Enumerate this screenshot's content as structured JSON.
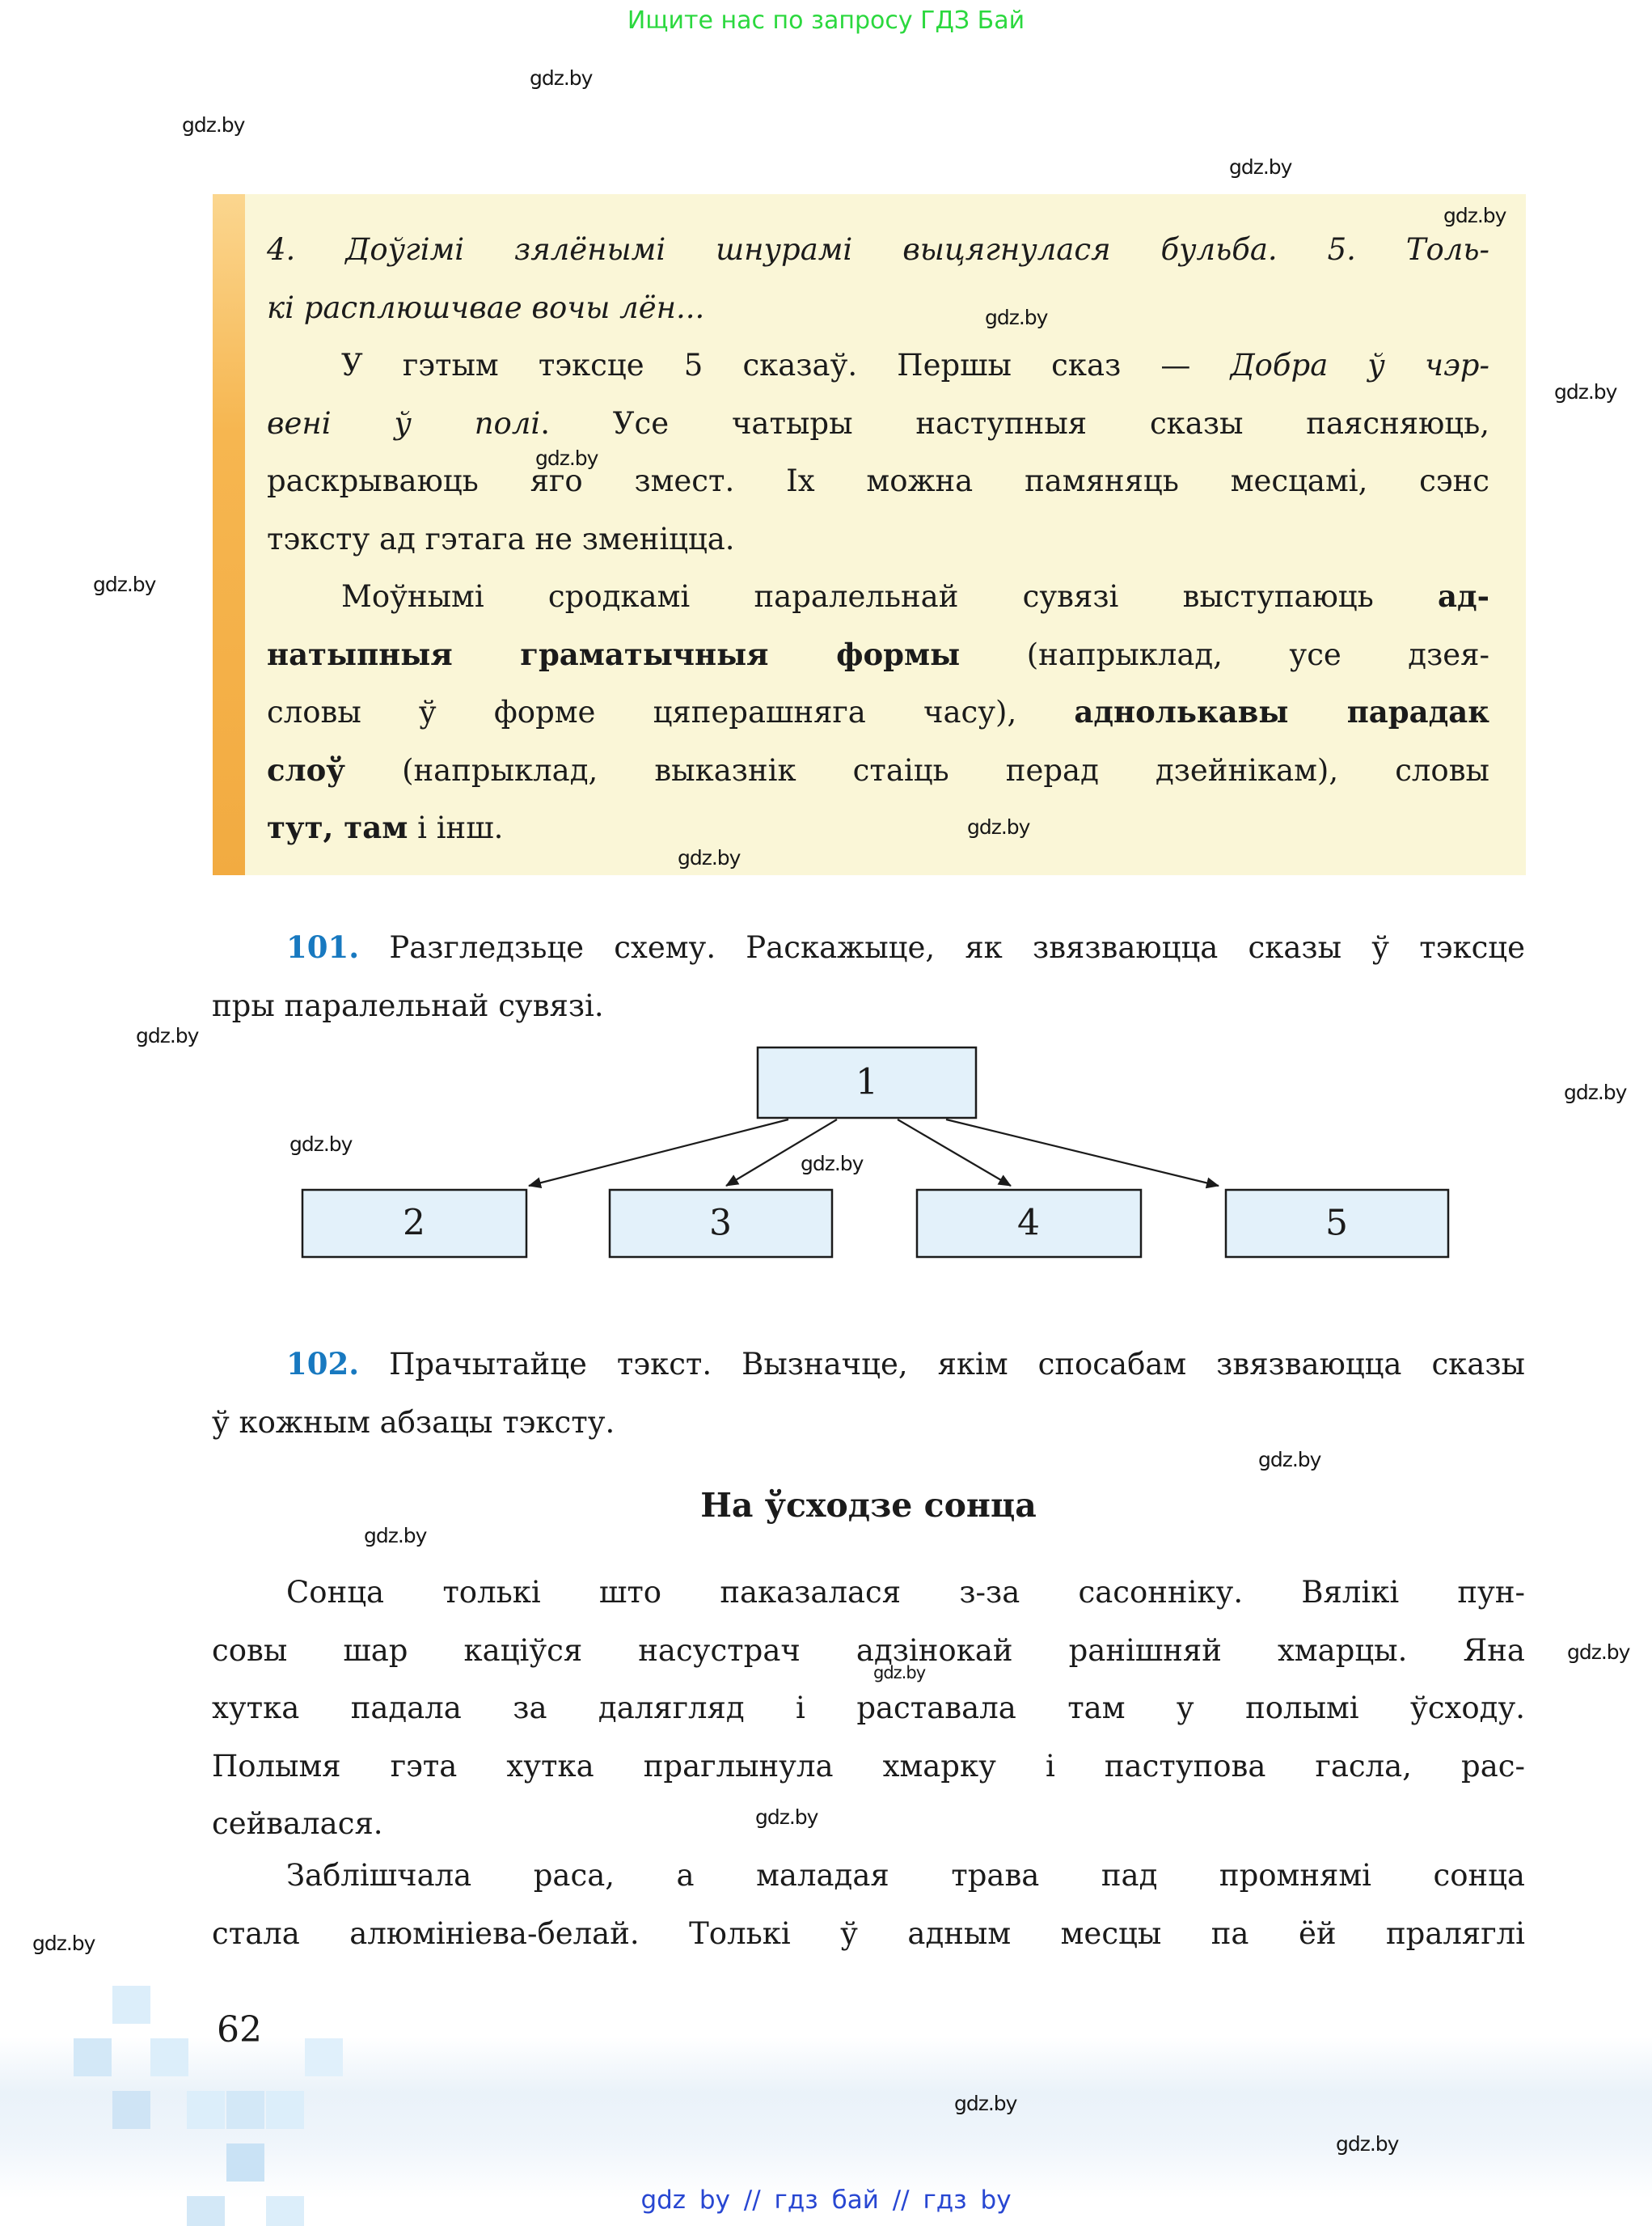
{
  "promo_banner": {
    "text": "Ищите нас по запросу ГДЗ Бай"
  },
  "watermark": {
    "label": "gdz.by"
  },
  "info_box": {
    "lines": [
      {
        "segments": [
          {
            "t": "4. Доўгімі зялёнымі шнурамі выцягнулася бульба. 5. Толь-"
          }
        ]
      },
      {
        "segments": [
          {
            "t": "кі расплюшчвае вочы лён..."
          }
        ]
      },
      {
        "segments": [
          {
            "t": "У гэтым тэксце 5 сказаў. Першы сказ — "
          },
          {
            "t": "Добра ў чэр-"
          }
        ]
      },
      {
        "segments": [
          {
            "t": "вені ў полі"
          },
          {
            "t": ". Усе чатыры наступныя сказы паясняюць,"
          }
        ]
      },
      {
        "segments": [
          {
            "t": "раскрываюць яго змест. Іх можна памяняць месцамі, сэнс"
          }
        ]
      },
      {
        "segments": [
          {
            "t": "тэксту ад гэтага не зменіцца."
          }
        ]
      },
      {
        "segments": [
          {
            "t": "Моўнымі сродкамі паралельнай сувязі выступаюць "
          },
          {
            "t": "ад-"
          }
        ]
      },
      {
        "segments": [
          {
            "t": "натыпныя граматычныя формы"
          },
          {
            "t": " (напрыклад, усе дзея-"
          }
        ]
      },
      {
        "segments": [
          {
            "t": "словы ў форме цяперашняга часу), "
          },
          {
            "t": "аднолькавы парадак"
          }
        ]
      },
      {
        "segments": [
          {
            "t": "слоў"
          },
          {
            "t": " (напрыклад, выказнік стаіць перад дзейнікам), словы"
          }
        ]
      },
      {
        "segments": [
          {
            "t": "тут, там"
          },
          {
            "t": " і інш."
          }
        ]
      }
    ]
  },
  "exercise_101": {
    "number": "101.",
    "line1_rest": " Разгледзьце схему. Раскажыце, як звязваюцца сказы ў тэксце",
    "line2": "пры паралельнай сувязі."
  },
  "diagram": {
    "top_box": "1",
    "bottom_boxes": [
      "2",
      "3",
      "4",
      "5"
    ]
  },
  "exercise_102": {
    "number": "102.",
    "line1_rest": " Прачытайце тэкст. Вызначце, якім спосабам звязваюцца сказы",
    "line2": "ў кожным абзацы тэксту."
  },
  "story": {
    "title": "На ўсходзе сонца",
    "paragraph1": [
      "Сонца толькі што паказалася з-за сасонніку. Вялікі пун-",
      "совы шар каціўся насустрач адзінокай ранішняй хмарцы. Яна",
      "хутка падала за далягляд і раставала там у полымі ўсходу.",
      "Полымя гэта хутка праглынула хмарку і паступова гасла, рас-",
      "сейвалася."
    ],
    "paragraph2": [
      "Заблішчала раса, а маладая трава пад промнямі сонца",
      "стала алюмініева-белай. Толькі ў адным месцы па ёй праляглі"
    ]
  },
  "footer": {
    "page_number": "62",
    "links": "gdz by // гдз бай // гдз by"
  }
}
